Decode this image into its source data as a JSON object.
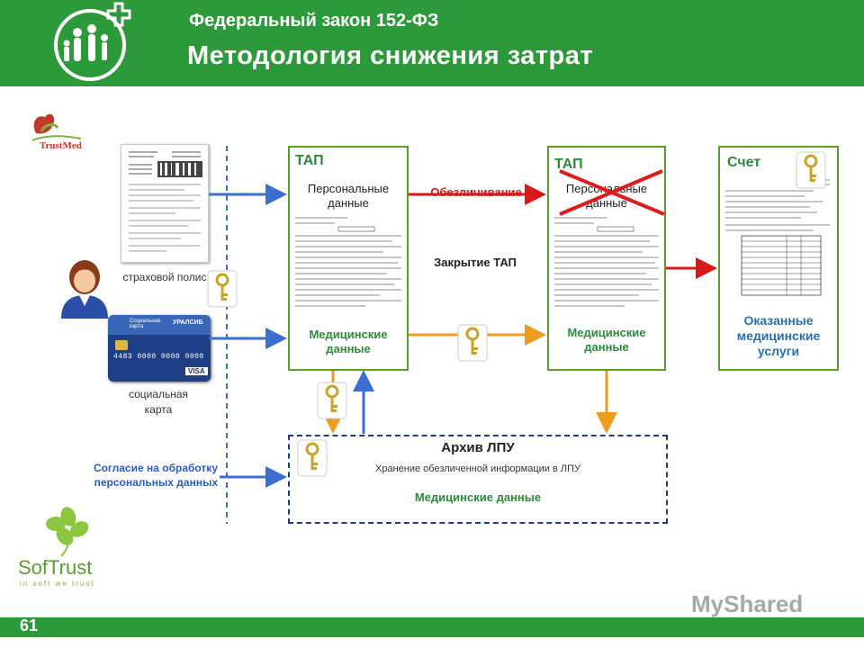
{
  "header": {
    "subtitle": "Федеральный закон 152-ФЗ",
    "title": "Методология снижения затрат"
  },
  "brands": {
    "trustmed": "TrustMed",
    "softrust_name": "SofTrust",
    "softrust_tagline": "in soft we trust"
  },
  "left": {
    "policy_caption": "страховой полис",
    "card_caption": "социальная карта",
    "card_bank": "УРАЛСИБ",
    "card_brand": "Социальная карта",
    "card_number": "4483 0000 0000 0000",
    "card_network": "VISA",
    "consent_label": "Согласие на обработку персональных данных"
  },
  "panel1": {
    "title": "ТАП",
    "personal": "Персональные данные",
    "medical": "Медицинские данные"
  },
  "middle": {
    "anonymize": "Обезличивание",
    "close": "Закрытие ТАП"
  },
  "panel2": {
    "title": "ТАП",
    "personal": "Персональные данные",
    "medical": "Медицинские данные"
  },
  "panel3": {
    "title": "Счет",
    "services": "Оказанные медицинские услуги"
  },
  "archive": {
    "title": "Архив ЛПУ",
    "description": "Хранение обезличенной информации в ЛПУ",
    "data": "Медицинские данные"
  },
  "footer": {
    "page_number": "61",
    "watermark": "MyShared"
  },
  "colors": {
    "header_green": "#2c9a3a",
    "panel_border": "#5a9e2e",
    "blue_arrow": "#3a6fd0",
    "orange_arrow": "#ef9b1f",
    "red_arrow": "#d7191c",
    "archive_border": "#1f3b8c",
    "key_gold": "#e3c24a"
  }
}
